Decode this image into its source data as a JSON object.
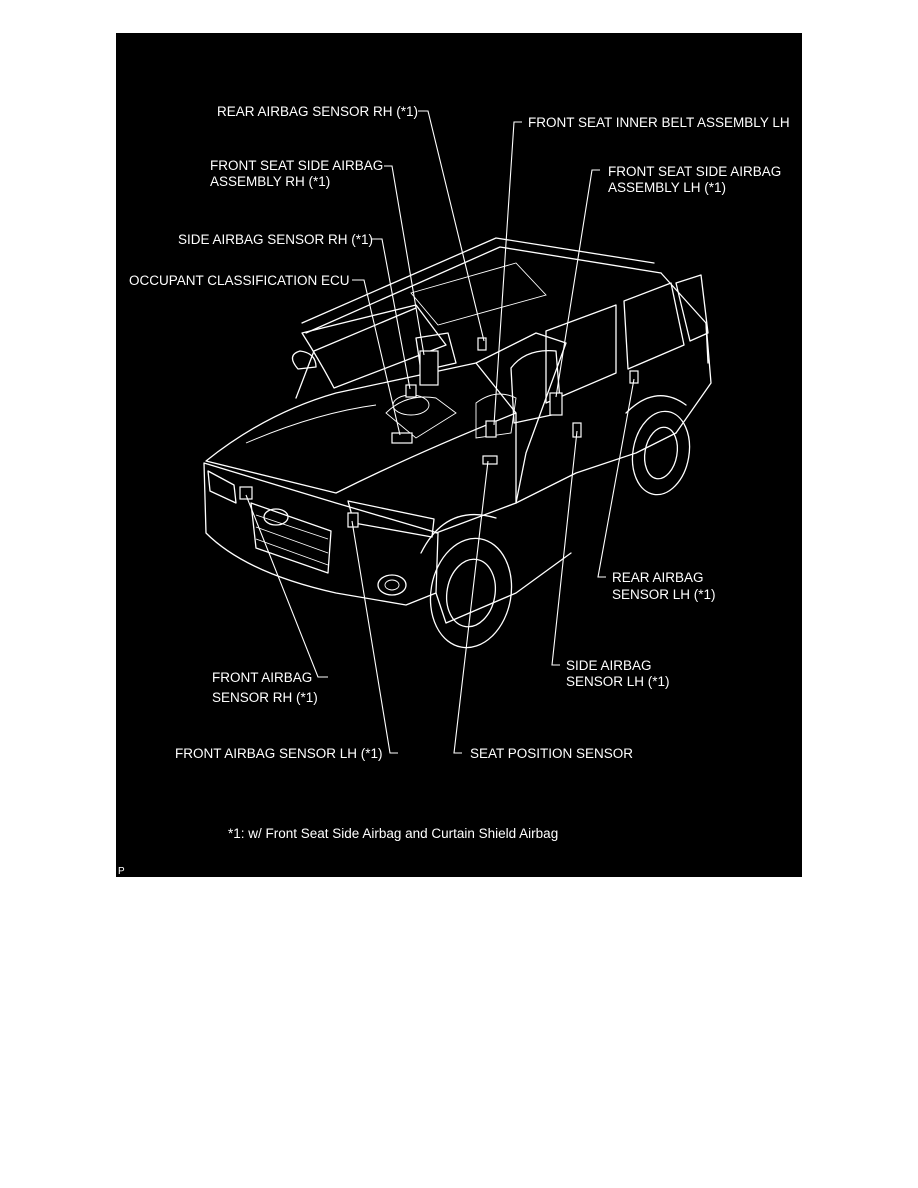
{
  "diagram": {
    "background": "#000000",
    "line_color": "#ffffff",
    "labels": {
      "rear_airbag_sensor_rh": "REAR AIRBAG SENSOR RH (*1)",
      "front_seat_inner_belt_lh": "FRONT SEAT INNER BELT ASSEMBLY LH",
      "front_seat_side_airbag_rh_1": "FRONT SEAT SIDE AIRBAG",
      "front_seat_side_airbag_rh_2": "ASSEMBLY RH (*1)",
      "front_seat_side_airbag_lh_1": "FRONT SEAT SIDE AIRBAG",
      "front_seat_side_airbag_lh_2": "ASSEMBLY LH (*1)",
      "side_airbag_sensor_rh": "SIDE AIRBAG SENSOR RH (*1)",
      "occupant_classification_ecu": "OCCUPANT CLASSIFICATION ECU",
      "rear_airbag_sensor_lh_1": "REAR AIRBAG",
      "rear_airbag_sensor_lh_2": "SENSOR LH (*1)",
      "side_airbag_sensor_lh_1": "SIDE AIRBAG",
      "side_airbag_sensor_lh_2": "SENSOR LH (*1)",
      "front_airbag_sensor_rh_1": "FRONT AIRBAG",
      "front_airbag_sensor_rh_2": "SENSOR RH (*1)",
      "front_airbag_sensor_lh": "FRONT AIRBAG SENSOR LH (*1)",
      "seat_position_sensor": "SEAT POSITION SENSOR"
    },
    "footnote": "*1: w/ Front Seat Side Airbag and Curtain Shield Airbag",
    "corner_mark": "P"
  }
}
